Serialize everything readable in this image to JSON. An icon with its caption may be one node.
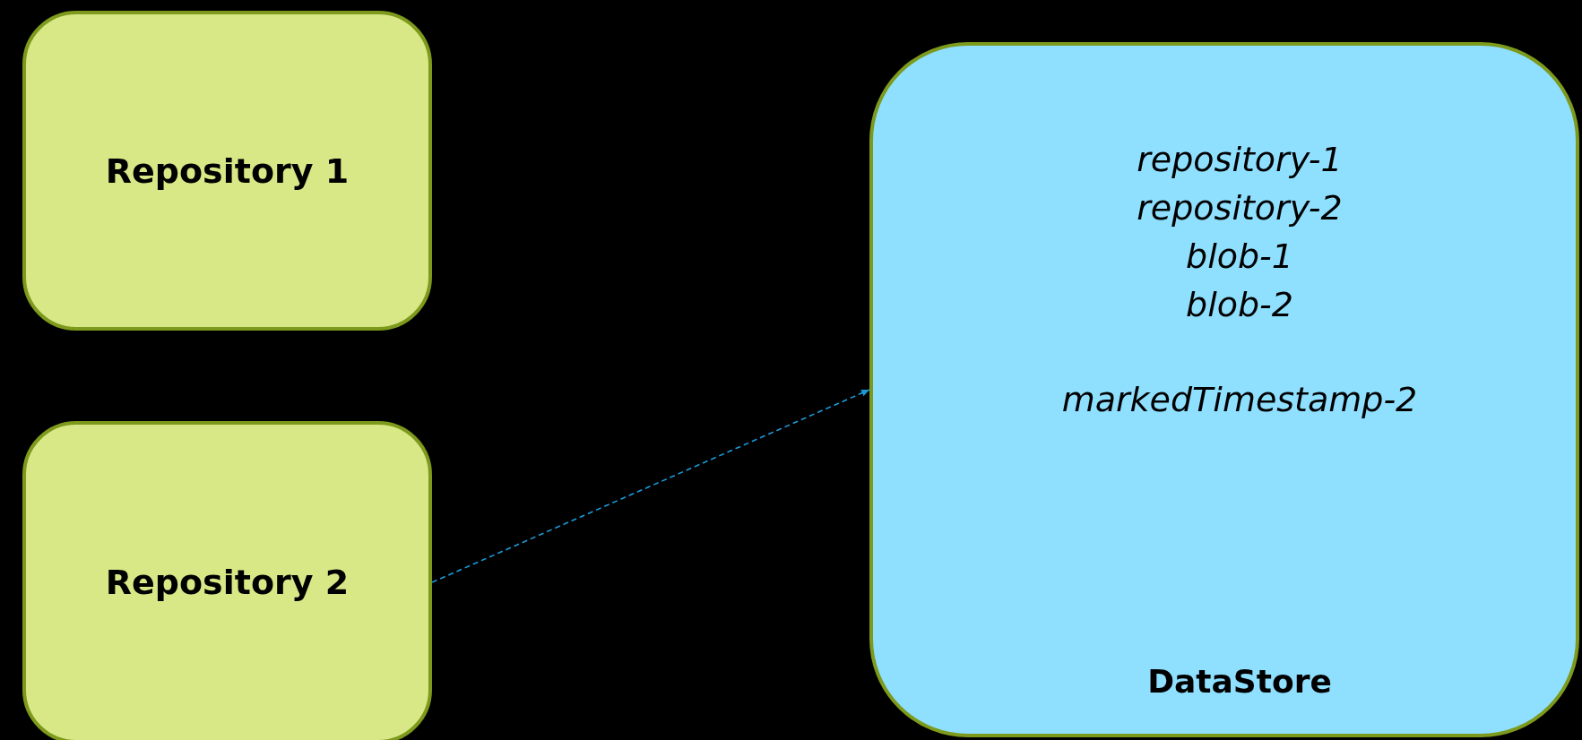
{
  "diagram": {
    "nodes": [
      {
        "text": [
          "Repository 1"
        ]
      },
      {
        "text": [
          "Repository 2"
        ]
      },
      {
        "text": [
          "repository-1",
          "repository-2",
          "blob-1",
          "blob-2",
          "markedTimestamp-2",
          "DataStore"
        ]
      }
    ],
    "edges": [
      {
        "from": 1,
        "to": 2,
        "arrow": "to",
        "style": "dashed"
      }
    ]
  }
}
